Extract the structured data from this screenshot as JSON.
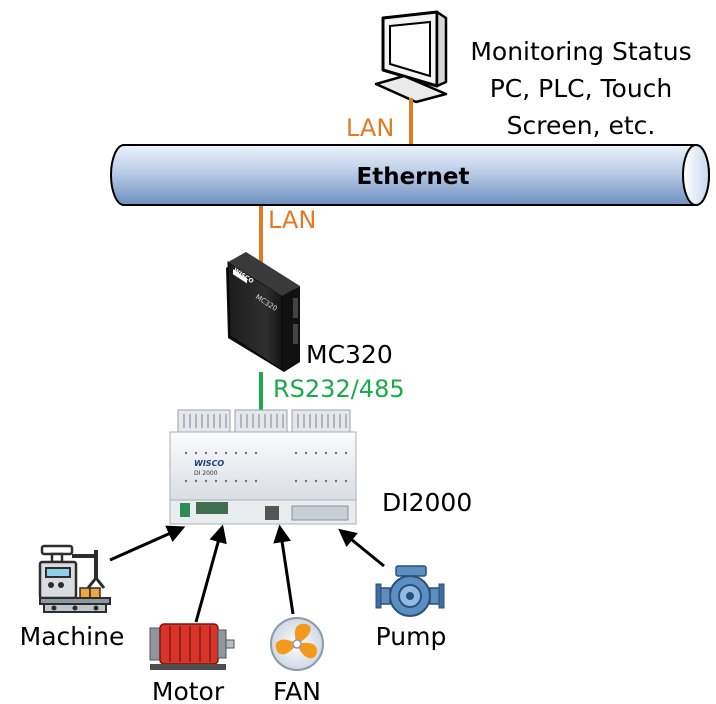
{
  "monitor": {
    "lines": [
      "Monitoring Status",
      "PC, PLC, Touch",
      "Screen, etc."
    ]
  },
  "links": {
    "lan_top": "LAN",
    "lan_bottom": "LAN",
    "serial": "RS232/485"
  },
  "ethernet": {
    "label": "Ethernet"
  },
  "gateway": {
    "name": "MC320",
    "brand": "WISCO",
    "model": "MC320"
  },
  "io_module": {
    "name": "DI2000",
    "brand": "WISCO",
    "model": "DI 2000"
  },
  "devices": {
    "machine": "Machine",
    "motor": "Motor",
    "fan": "FAN",
    "pump": "Pump"
  },
  "colors": {
    "lan": "#e07b22",
    "serial": "#1aaa4a",
    "pipe": "#b9cde8",
    "device_dark": "#1e1e1e",
    "motor": "#d8342a",
    "fan": "#f39a1e",
    "pump": "#5b8fc4"
  }
}
